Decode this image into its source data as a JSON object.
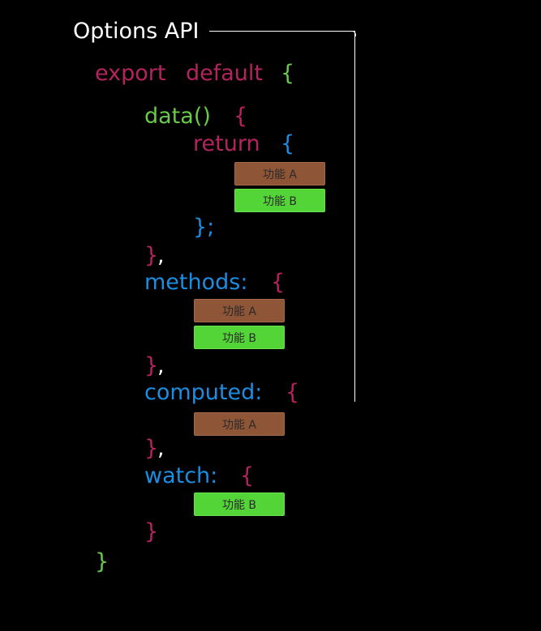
{
  "colors": {
    "background": "#000000",
    "keyword": "#b3245e",
    "function_name": "#69c94a",
    "property": "#1c8de0",
    "return_brace": "#1c8de0",
    "feature_a": "#8f5537",
    "feature_b": "#53d437",
    "frame_line": "#ffffff"
  },
  "title": "Options API",
  "code": {
    "export_kw": "export",
    "default_kw": "default",
    "open_brace_root": "{",
    "data_fn": "data()",
    "open_brace_data": "{",
    "return_kw": "return",
    "open_brace_return": "{",
    "close_return": "};",
    "close_data_brace": "}",
    "comma": ",",
    "methods_key": "methods:",
    "computed_key": "computed:",
    "watch_key": "watch:",
    "open_brace": "{",
    "close_brace": "}",
    "close_brace_root": "}"
  },
  "blocks": {
    "data": [
      "功能 A",
      "功能 B"
    ],
    "methods": [
      "功能 A",
      "功能 B"
    ],
    "computed": [
      "功能 A"
    ],
    "watch": [
      "功能 B"
    ]
  }
}
